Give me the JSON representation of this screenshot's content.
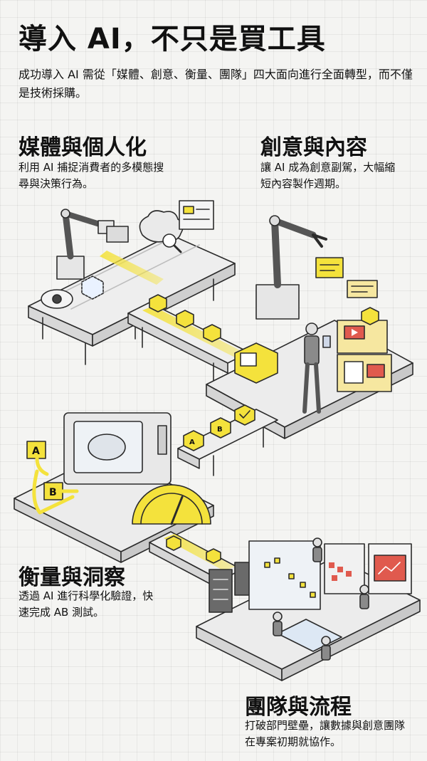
{
  "header": {
    "title": "導入 AI，不只是買工具",
    "subtitle": "成功導入 AI 需從「媒體、創意、衡量、團隊」四大面向進行全面轉型，而不僅是技術採購。"
  },
  "sections": [
    {
      "heading": "媒體與個人化",
      "desc": "利用 AI 捕捉消費者的多模態搜尋與決策行為。"
    },
    {
      "heading": "創意與內容",
      "desc": "讓 AI 成為創意副駕，大幅縮短內容製作週期。"
    },
    {
      "heading": "衡量與洞察",
      "desc": "透過 AI 進行科學化驗證，快速完成 AB 測試。"
    },
    {
      "heading": "團隊與流程",
      "desc": "打破部門壁壘，讓數據與創意團隊在專案初期就協作。"
    }
  ],
  "labels": {
    "variant_a": "A",
    "variant_b": "B"
  },
  "colors": {
    "accent": "#f4e23c",
    "accent_dark": "#c9b400",
    "line": "#2b2b2b",
    "machine": "#e9e9e9",
    "alert": "#e05a4e"
  }
}
